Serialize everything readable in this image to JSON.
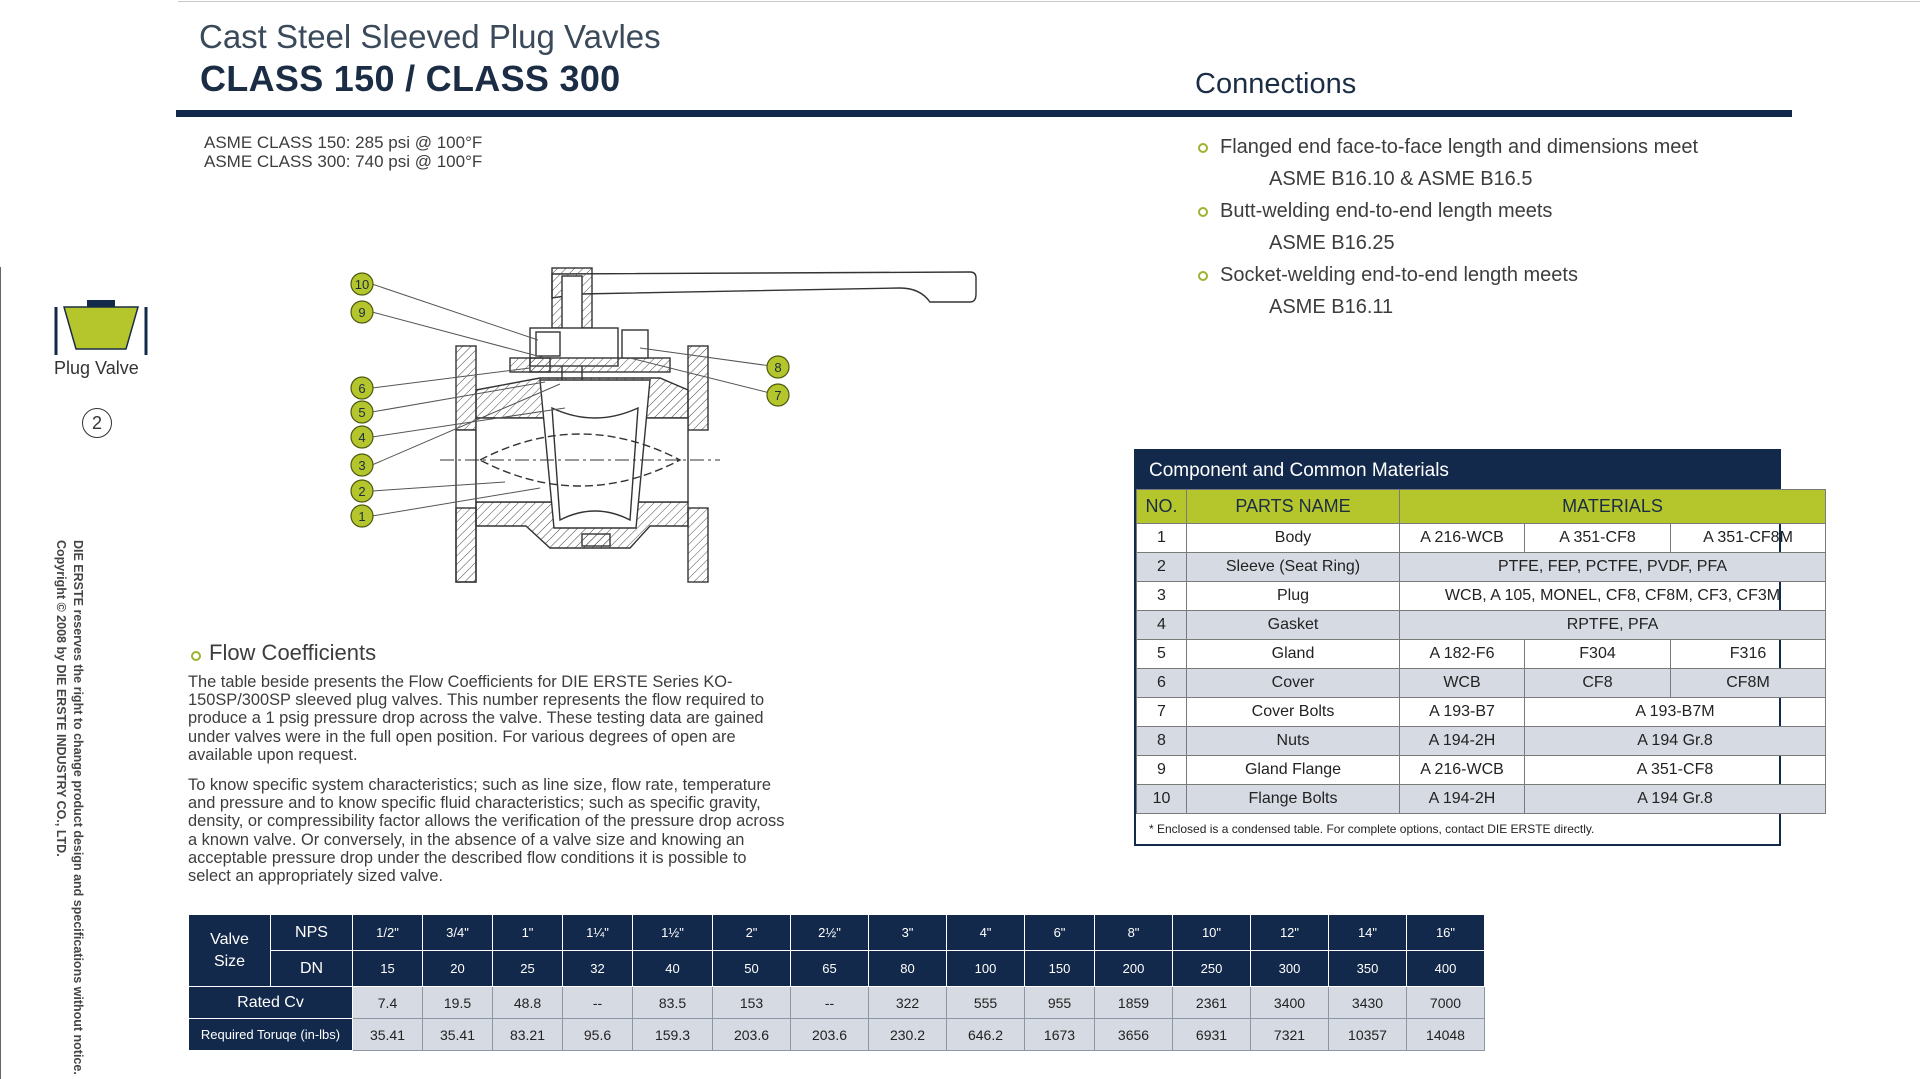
{
  "header": {
    "title": "Cast Steel Sleeved Plug Vavles",
    "subtitle": "CLASS 150 / CLASS 300",
    "ratings": [
      "ASME CLASS 150: 285 psi @ 100°F",
      "ASME CLASS 300: 740 psi @ 100°F"
    ]
  },
  "connections": {
    "heading": "Connections",
    "items": [
      {
        "text": "Flanged end face-to-face length and dimensions meet",
        "sub": "ASME B16.10 & ASME B16.5"
      },
      {
        "text": "Butt-welding end-to-end length meets",
        "sub": "ASME B16.25"
      },
      {
        "text": "Socket-welding end-to-end length meets",
        "sub": "ASME B16.11"
      }
    ]
  },
  "sidebar": {
    "label": "Plug Valve",
    "page": "2",
    "legal": [
      "DIE ERSTE reserves the right to change product design and specifications without notice.",
      "Copyright © 2008 by DIE ERSTE INDUSTRY CO., LTD."
    ]
  },
  "diagram": {
    "callouts": [
      "10",
      "9",
      "6",
      "5",
      "4",
      "3",
      "2",
      "1",
      "8",
      "7"
    ]
  },
  "flow": {
    "heading": "Flow Coefficients",
    "paragraphs": [
      "The table beside presents the Flow Coefficients for DIE ERSTE Series KO-150SP/300SP sleeved plug valves. This number represents the flow required to produce a 1 psig pressure drop across the valve. These testing data are gained under valves were in the full open position. For various degrees of open are available upon request.",
      "To know specific system characteristics; such as line size, flow rate, temperature and pressure and to know specific fluid characteristics; such as specific gravity, density, or compressibility factor allows the verification of the pressure drop across a known valve. Or conversely, in the absence of a valve size and knowing an acceptable pressure drop under the described flow conditions it is possible to select an appropriately sized valve."
    ]
  },
  "materials": {
    "title": "Component and Common Materials",
    "headers": {
      "no": "NO.",
      "name": "PARTS NAME",
      "materials": "MATERIALS"
    },
    "rows": [
      {
        "no": "1",
        "name": "Body",
        "m": [
          "A 216-WCB",
          "A 351-CF8",
          "A 351-CF8M"
        ]
      },
      {
        "no": "2",
        "name": "Sleeve (Seat Ring)",
        "m": [
          "PTFE, FEP, PCTFE, PVDF, PFA"
        ]
      },
      {
        "no": "3",
        "name": "Plug",
        "m": [
          "WCB, A 105,  MONEL, CF8, CF8M, CF3, CF3M"
        ]
      },
      {
        "no": "4",
        "name": "Gasket",
        "m": [
          "RPTFE, PFA"
        ]
      },
      {
        "no": "5",
        "name": "Gland",
        "m": [
          "A 182-F6",
          "F304",
          "F316"
        ]
      },
      {
        "no": "6",
        "name": "Cover",
        "m": [
          "WCB",
          "CF8",
          "CF8M"
        ]
      },
      {
        "no": "7",
        "name": "Cover Bolts",
        "m": [
          "A 193-B7",
          "A 193-B7M"
        ]
      },
      {
        "no": "8",
        "name": "Nuts",
        "m": [
          "A 194-2H",
          "A 194 Gr.8"
        ]
      },
      {
        "no": "9",
        "name": "Gland Flange",
        "m": [
          "A 216-WCB",
          "A 351-CF8"
        ]
      },
      {
        "no": "10",
        "name": "Flange Bolts",
        "m": [
          "A 194-2H",
          "A 194 Gr.8"
        ]
      }
    ],
    "footnote": "* Enclosed is a condensed table. For complete options, contact DIE ERSTE directly."
  },
  "flow_table": {
    "valve_size_label": [
      "Valve",
      "Size"
    ],
    "nps_label": "NPS",
    "dn_label": "DN",
    "cv_label": "Rated Cv",
    "torque_label": "Required Toruqe (in-lbs)",
    "nps": [
      "1/2\"",
      "3/4\"",
      "1\"",
      "1¼\"",
      "1½\"",
      "2\"",
      "2½\"",
      "3\"",
      "4\"",
      "6\"",
      "8\"",
      "10\"",
      "12\"",
      "14\"",
      "16\""
    ],
    "dn": [
      "15",
      "20",
      "25",
      "32",
      "40",
      "50",
      "65",
      "80",
      "100",
      "150",
      "200",
      "250",
      "300",
      "350",
      "400"
    ],
    "cv": [
      "7.4",
      "19.5",
      "48.8",
      "--",
      "83.5",
      "153",
      "--",
      "322",
      "555",
      "955",
      "1859",
      "2361",
      "3400",
      "3430",
      "7000"
    ],
    "torque": [
      "35.41",
      "35.41",
      "83.21",
      "95.6",
      "159.3",
      "203.6",
      "203.6",
      "230.2",
      "646.2",
      "1673",
      "3656",
      "6931",
      "7321",
      "10357",
      "14048"
    ]
  },
  "colors": {
    "navy": "#13294b",
    "lime": "#b5c52c",
    "row_alt": "#d6dae3"
  }
}
